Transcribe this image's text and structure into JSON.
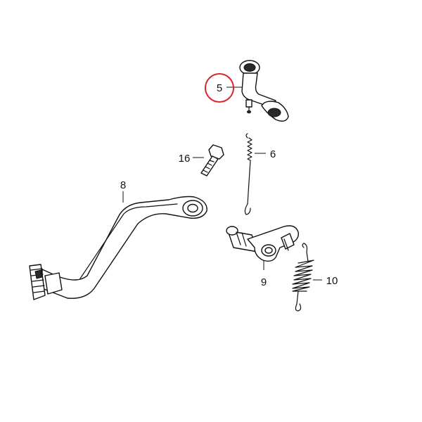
{
  "callouts": {
    "part_5": "5",
    "part_6": "6",
    "part_8": "8",
    "part_9": "9",
    "part_10": "10",
    "part_16": "16"
  },
  "highlight": {
    "part": "5",
    "color": "#d9262c"
  }
}
